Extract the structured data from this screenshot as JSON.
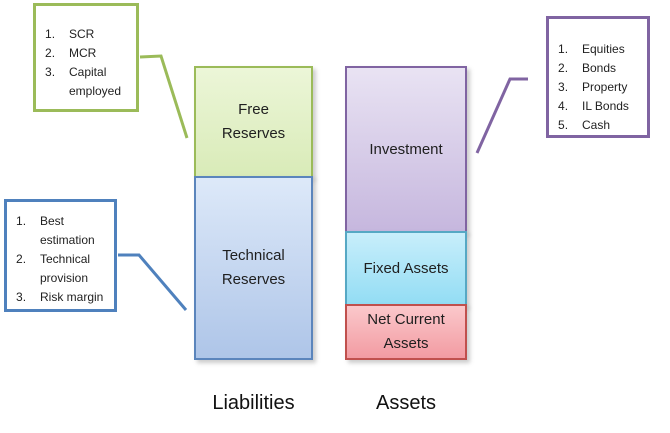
{
  "colors": {
    "green_accent": "#9bbb59",
    "blue_accent": "#4f81bd",
    "purple_accent": "#8064a2",
    "cyan_accent": "#4bacc6",
    "red_accent": "#c0504d"
  },
  "callouts": [
    {
      "for": "free-reserves",
      "items": [
        "SCR",
        "MCR",
        "Capital employed"
      ]
    },
    {
      "for": "technical-reserves",
      "items": [
        "Best estimation",
        "Technical provision",
        "Risk margin"
      ]
    },
    {
      "for": "investment",
      "items": [
        "Equities",
        "Bonds",
        "Property",
        "IL Bonds",
        "Cash"
      ]
    }
  ],
  "bars": {
    "liabilities": {
      "label": "Liabilities",
      "segments": [
        {
          "name": "free-reserves",
          "lines": [
            "Free",
            "Reserves"
          ]
        },
        {
          "name": "technical-reserves",
          "lines": [
            "Technical",
            "Reserves"
          ]
        }
      ]
    },
    "assets": {
      "label": "Assets",
      "segments": [
        {
          "name": "investment",
          "lines": [
            "Investment"
          ]
        },
        {
          "name": "fixed-assets",
          "lines": [
            "Fixed Assets"
          ]
        },
        {
          "name": "net-current-assets",
          "lines": [
            "Net Current",
            "Assets"
          ]
        }
      ]
    }
  }
}
